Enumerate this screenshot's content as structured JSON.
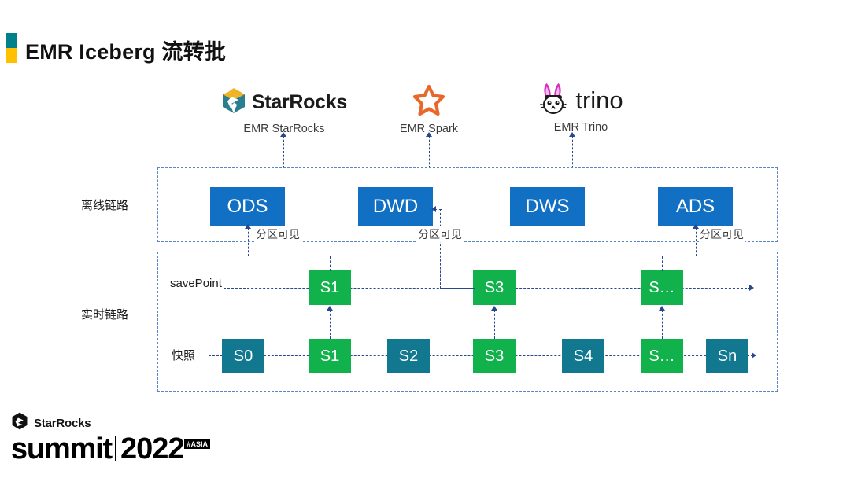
{
  "slide": {
    "title": "EMR Iceberg 流转批",
    "title_mark_top_color": "#00808a",
    "title_mark_bottom_color": "#ffc000"
  },
  "engines": [
    {
      "name": "starrocks",
      "logo_text": "StarRocks",
      "caption": "EMR StarRocks",
      "icon": "starrocks-hexagon-icon"
    },
    {
      "name": "spark",
      "logo_text": "",
      "caption": "EMR Spark",
      "icon": "spark-star-icon"
    },
    {
      "name": "trino",
      "logo_text": "trino",
      "caption": "EMR Trino",
      "icon": "trino-rabbit-icon"
    }
  ],
  "offline": {
    "label": "离线链路",
    "nodes": [
      {
        "label": "ODS",
        "color": "#1170c3"
      },
      {
        "label": "DWD",
        "color": "#1170c3"
      },
      {
        "label": "DWS",
        "color": "#1170c3"
      },
      {
        "label": "ADS",
        "color": "#1170c3"
      }
    ]
  },
  "realtime": {
    "label": "实时链路",
    "savepoint_label": "savePoint",
    "snapshot_label": "快照",
    "savepoints": [
      {
        "label": "S1",
        "color": "#11b14c"
      },
      {
        "label": "S3",
        "color": "#11b14c"
      },
      {
        "label": "S…",
        "color": "#11b14c"
      }
    ],
    "snapshots": [
      {
        "label": "S0",
        "color": "#11788f"
      },
      {
        "label": "S1",
        "color": "#11b14c"
      },
      {
        "label": "S2",
        "color": "#11788f"
      },
      {
        "label": "S3",
        "color": "#11b14c"
      },
      {
        "label": "S4",
        "color": "#11788f"
      },
      {
        "label": "S…",
        "color": "#11b14c"
      },
      {
        "label": "Sn",
        "color": "#11788f"
      }
    ]
  },
  "edges": {
    "partition_visible_1": "分区可见",
    "partition_visible_2": "分区可见",
    "partition_visible_3": "分区可见"
  },
  "footer": {
    "brand": "StarRocks",
    "summit": "summit",
    "year": "2022",
    "region": "#ASIA"
  }
}
